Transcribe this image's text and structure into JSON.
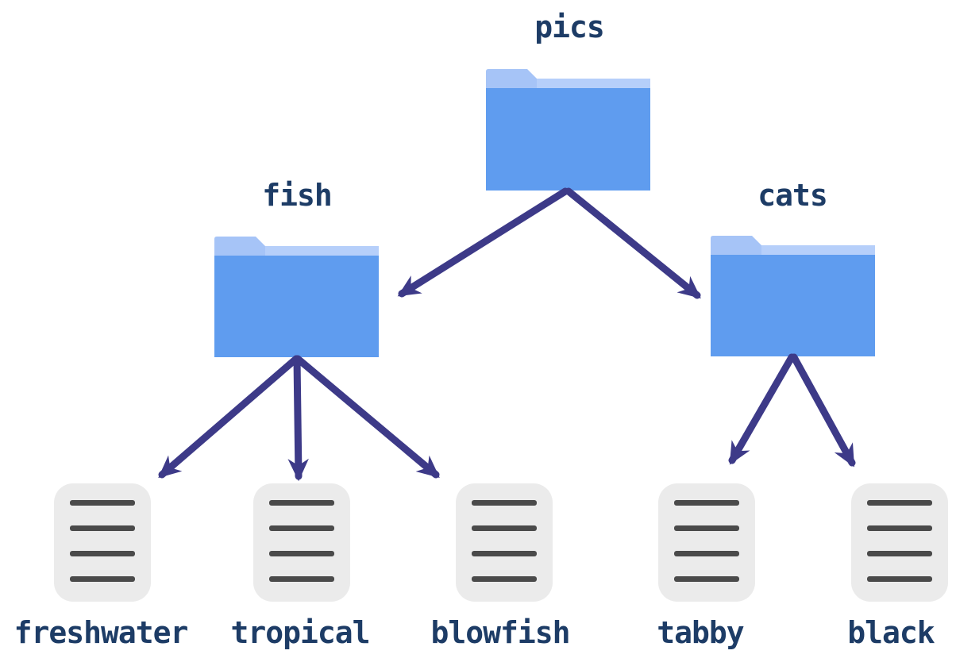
{
  "colors": {
    "background": "#ffffff",
    "folder_body": "#5f9cef",
    "folder_tab": "#a6c4f7",
    "folder_strip": "#b6cffa",
    "file_bg": "#ebebeb",
    "file_line": "#4a4a4a",
    "arrow": "#3d3a88",
    "label_text": "#1d3c66"
  },
  "nodes": {
    "pics": {
      "label": "pics",
      "type": "folder"
    },
    "fish": {
      "label": "fish",
      "type": "folder"
    },
    "cats": {
      "label": "cats",
      "type": "folder"
    },
    "freshwater": {
      "label": "freshwater",
      "type": "file"
    },
    "tropical": {
      "label": "tropical",
      "type": "file"
    },
    "blowfish": {
      "label": "blowfish",
      "type": "file"
    },
    "tabby": {
      "label": "tabby",
      "type": "file"
    },
    "black": {
      "label": "black",
      "type": "file"
    }
  },
  "edges": [
    {
      "from": "pics",
      "to": "fish"
    },
    {
      "from": "pics",
      "to": "cats"
    },
    {
      "from": "fish",
      "to": "freshwater"
    },
    {
      "from": "fish",
      "to": "tropical"
    },
    {
      "from": "fish",
      "to": "blowfish"
    },
    {
      "from": "cats",
      "to": "tabby"
    },
    {
      "from": "cats",
      "to": "black"
    }
  ]
}
